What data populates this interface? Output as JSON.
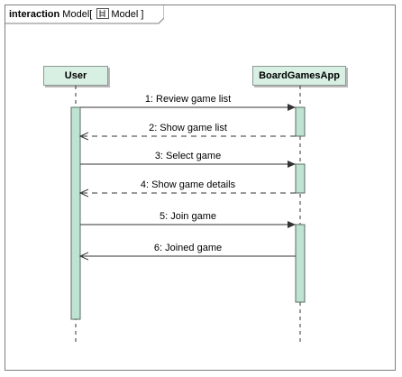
{
  "frame": {
    "keyword": "interaction",
    "name": "Model",
    "ref_name": "Model"
  },
  "lifelines": [
    {
      "id": "user",
      "label": "User"
    },
    {
      "id": "app",
      "label": "BoardGamesApp"
    }
  ],
  "messages": [
    {
      "label": "1: Review game list",
      "from": "user",
      "to": "app",
      "kind": "sync"
    },
    {
      "label": "2: Show game list",
      "from": "app",
      "to": "user",
      "kind": "reply"
    },
    {
      "label": "3: Select game",
      "from": "user",
      "to": "app",
      "kind": "sync"
    },
    {
      "label": "4: Show game details",
      "from": "app",
      "to": "user",
      "kind": "reply"
    },
    {
      "label": "5: Join game",
      "from": "user",
      "to": "app",
      "kind": "sync"
    },
    {
      "label": "6: Joined game",
      "from": "app",
      "to": "user",
      "kind": "async"
    }
  ],
  "colors": {
    "lifeline_fill": "#d8efe4",
    "activation_fill": "#bfe3d2",
    "line": "#333333",
    "frame_border": "#7f7f7f"
  }
}
